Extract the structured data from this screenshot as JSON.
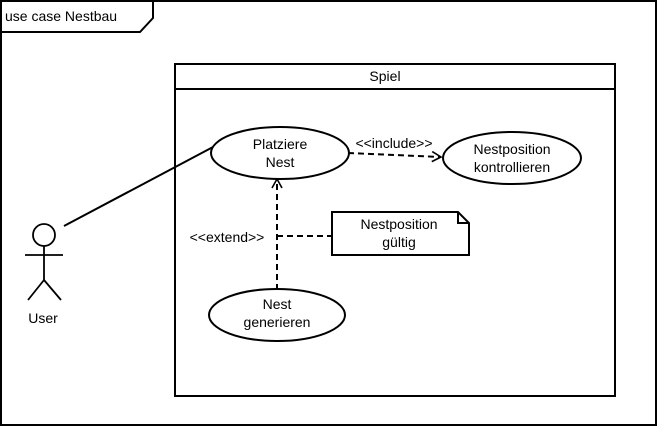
{
  "frame": {
    "title": "use case Nestbau"
  },
  "system": {
    "label": "Spiel"
  },
  "actor": {
    "label": "User"
  },
  "use_cases": {
    "platziere_nest": {
      "line1": "Platziere",
      "line2": "Nest"
    },
    "nestposition_kontrollieren": {
      "line1": "Nestposition",
      "line2": "kontrollieren"
    },
    "nest_generieren": {
      "line1": "Nest",
      "line2": "generieren"
    }
  },
  "note": {
    "line1": "Nestposition",
    "line2": "gültig"
  },
  "relations": {
    "include": "<<include>>",
    "extend": "<<extend>>"
  }
}
